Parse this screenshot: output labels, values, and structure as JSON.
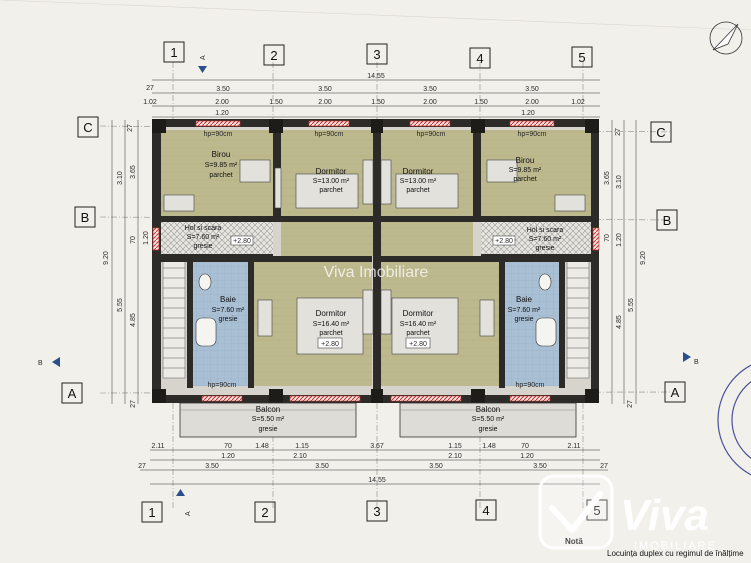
{
  "plan": {
    "grid_top": [
      "1",
      "2",
      "3",
      "4",
      "5"
    ],
    "grid_bottom": [
      "1",
      "2",
      "3",
      "4",
      "5"
    ],
    "grid_left": [
      "C",
      "B",
      "A"
    ],
    "grid_right": [
      "C",
      "B",
      "A"
    ],
    "section_markers": {
      "a": "A",
      "b": "B"
    },
    "dims_top": {
      "total": "14.55",
      "edge": "27",
      "row1": [
        "3.50",
        "3.50",
        "3.50",
        "3.50"
      ],
      "row2": [
        "1.02",
        "2.00",
        "1.50",
        "2.00",
        "1.50",
        "2.00",
        "1.50",
        "2.00",
        "1.02"
      ],
      "row3": [
        "1.20",
        "1.20"
      ]
    },
    "dims_bottom": {
      "row1": [
        "2.11",
        "70",
        "1.48",
        "1.15",
        "3.67",
        "1.15",
        "1.48",
        "70",
        "2.11"
      ],
      "row2": [
        "1.20",
        "2.10",
        "2.10",
        "1.20"
      ],
      "row3": [
        "27",
        "3.50",
        "3.50",
        "3.50",
        "3.50",
        "27"
      ],
      "total": "14.55"
    },
    "dims_left": [
      "27",
      "3.10",
      "3.65",
      "1.20",
      "70",
      "9.20",
      "5.55",
      "4.85",
      "27"
    ],
    "dims_right": [
      "27",
      "3.65",
      "3.10",
      "70",
      "1.20",
      "9.20",
      "5.55",
      "4.85",
      "27"
    ],
    "window_label": "hp=90cm",
    "level_mark": "+2.80",
    "rooms": [
      {
        "name": "Birou",
        "area": "S=9.85 m²",
        "finish": "parchet"
      },
      {
        "name": "Dormitor",
        "area": "S=13.00 m²",
        "finish": "parchet"
      },
      {
        "name": "Dormitor",
        "area": "S=13.00 m²",
        "finish": "parchet"
      },
      {
        "name": "Birou",
        "area": "S=9.85 m²",
        "finish": "parchet"
      },
      {
        "name": "Hol si scara",
        "area": "S=7.60 m²",
        "finish": "gresie"
      },
      {
        "name": "Hol si scara",
        "area": "S=7.60 m²",
        "finish": "gresie"
      },
      {
        "name": "Baie",
        "area": "S=7.60 m²",
        "finish": "gresie"
      },
      {
        "name": "Dormitor",
        "area": "S=16.40 m²",
        "finish": "parchet"
      },
      {
        "name": "Dormitor",
        "area": "S=16.40 m²",
        "finish": "parchet"
      },
      {
        "name": "Baie",
        "area": "S=7.60 m²",
        "finish": "gresie"
      },
      {
        "name": "Balcon",
        "area": "S=5.50 m²",
        "finish": "gresie"
      },
      {
        "name": "Balcon",
        "area": "S=5.50 m²",
        "finish": "gresie"
      }
    ],
    "note_title": "Notă",
    "note_text": "Locuința duplex cu regimul de înălțime"
  },
  "watermark": {
    "center": "Viva Imobiliare",
    "brand": "Viva",
    "tagline": "IMOBILIARE"
  },
  "colors": {
    "paper": "#efede8",
    "wall": "#2d2b27",
    "wood": "#b9b488",
    "tile_blue": "#a9bfd3",
    "tile_grey": "#d9d8d3",
    "window_red": "#c9302c",
    "brand_accent": "#3b3f4a"
  }
}
